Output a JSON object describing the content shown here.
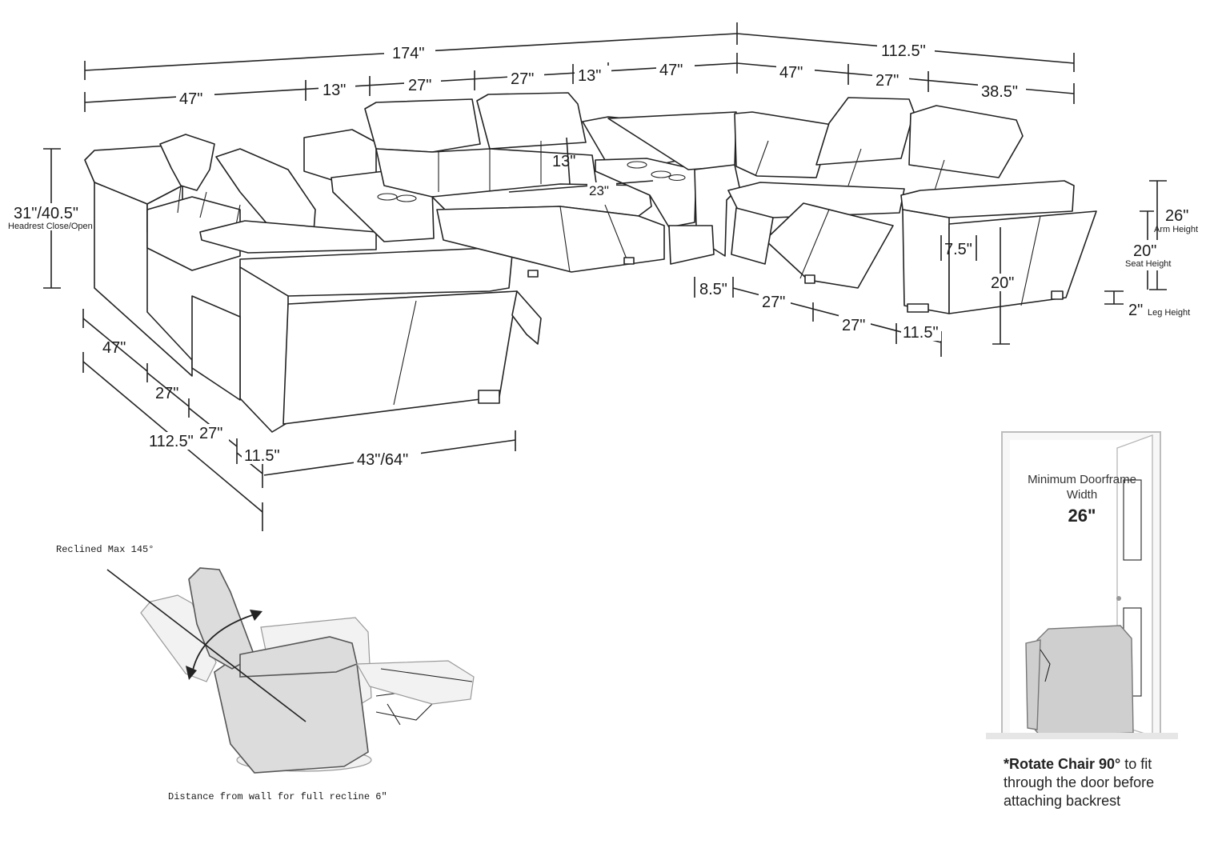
{
  "top_dimensions": {
    "overall_width": "174\"",
    "right_width": "112.5\"",
    "segments": [
      "47\"",
      "13\"",
      "27\"",
      "27\"",
      "13\"",
      "47\"",
      "47\"",
      "27\"",
      "38.5\""
    ]
  },
  "left_dimensions": {
    "headrest_height": "31\"/40.5\"",
    "headrest_caption": "Headrest Close/Open",
    "side_segments": [
      "47\"",
      "27\"",
      "27\"",
      "11.5\""
    ],
    "side_total": "112.5\"",
    "front_depth": "43\"/64\""
  },
  "inner_dimensions": {
    "console_depth": "13\"",
    "wedge_depth": "23\"",
    "arm_gap": "7.5\"",
    "step": "8.5\""
  },
  "right_bottom_dimensions": {
    "segments": [
      "27\"",
      "27\"",
      "11.5\""
    ]
  },
  "height_dimensions": {
    "arm_height_value": "26\"",
    "arm_height_label": "Arm Height",
    "seat_height_value": "20\"",
    "seat_height_label": "Seat Height",
    "leg_height_value": "2\"",
    "leg_height_label": "Leg Height",
    "side_height_value": "20\""
  },
  "recline": {
    "angle_label": "Reclined Max 145°",
    "wall_distance_label": "Distance from wall for full recline 6\""
  },
  "doorframe": {
    "title_line1": "Minimum Doorframe",
    "title_line2": "Width",
    "width_value": "26\"",
    "note": "*Rotate Chair 90° to fit through the door before attaching backrest",
    "note_emphasis": "*Rotate Chair 90°",
    "note_rest": " to fit through the door before attaching backrest"
  },
  "icons": [
    "recline-arrow-icon",
    "door-knob-icon"
  ]
}
